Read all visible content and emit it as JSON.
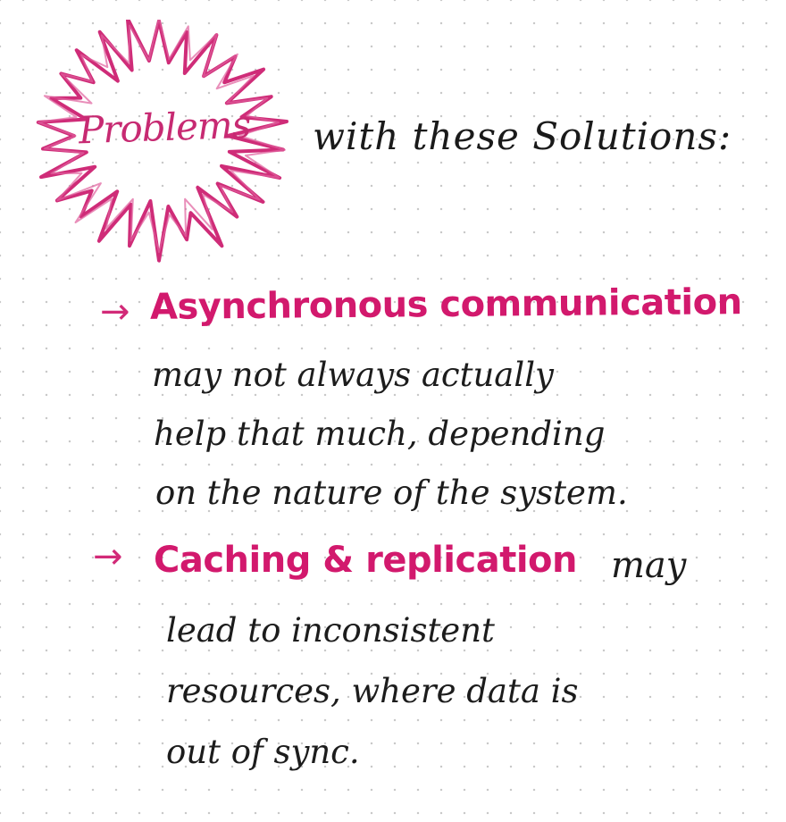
{
  "heading": {
    "burst_word": "Problems",
    "rest": "with these Solutions:"
  },
  "bullets": [
    {
      "arrow": "→",
      "title": "Asynchronous communication",
      "lines": [
        "may not always actually",
        "help that much, depending",
        "on the nature of the system."
      ]
    },
    {
      "arrow": "→",
      "title": "Caching & replication",
      "title_tail": "may",
      "lines": [
        "lead to inconsistent",
        "resources, where data is",
        "out of sync."
      ]
    }
  ],
  "colors": {
    "accent": "#d2196d",
    "ink": "#1c1c1c",
    "paper": "#ffffff",
    "dots": "#c9c9c9"
  }
}
